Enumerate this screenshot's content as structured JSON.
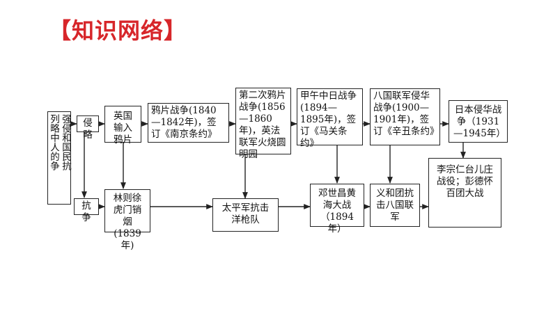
{
  "header": {
    "open_bracket": "【",
    "title_text": "知识网络",
    "close_bracket": "】"
  },
  "nodes": {
    "theme_col1": "强侵和国民抗",
    "theme_col2": "列略中人的争",
    "aggression": "侵略",
    "resistance": "抗争",
    "britain_opium": "英国输入鸦片",
    "opium_war": "鸦片战争(1840—1842年)，签订《南京条约》",
    "second_opium_war": "第二次鸦片战争(1856—1860年)，英法联军火烧圆明园",
    "sino_japanese_war": "甲午中日战争(1894—1895年)，签订《马关条约》",
    "eight_nation": "八国联军侵华战争(1900—1901年)，签订《辛丑条约》",
    "japan_invasion": "日本侵华战争（1931—1945年）",
    "lin_zexu": "林则徐虎门销烟(1839年)",
    "taiping": "太平军抗击洋枪队",
    "deng_shichang": "邓世昌黄海大战（1894年）",
    "boxer": "义和团抗击八国联军",
    "li_peng": "李宗仁台儿庄战役；彭德怀百团大战"
  },
  "colors": {
    "title": "#d7262a",
    "line": "#222222"
  }
}
